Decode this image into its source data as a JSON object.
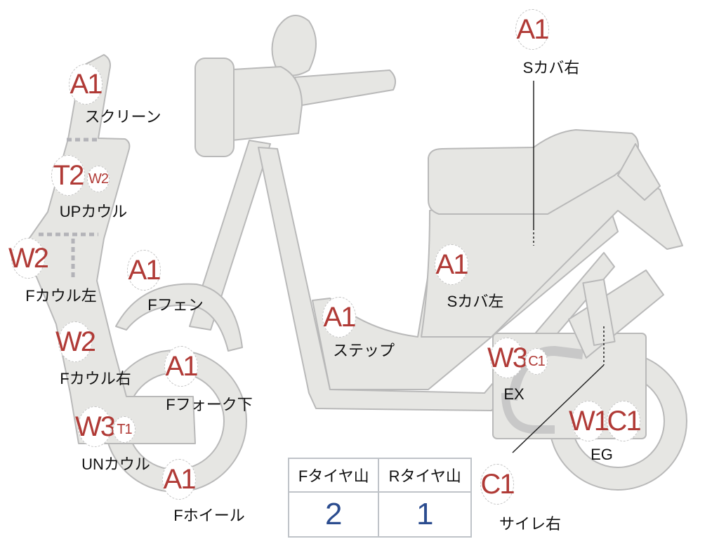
{
  "parts": [
    {
      "label": "スクリーン",
      "codes": [
        "A1"
      ]
    },
    {
      "label": "UPカウル",
      "codes": [
        "T2",
        "W2"
      ]
    },
    {
      "label": "Fカウル左",
      "codes": [
        "W2"
      ]
    },
    {
      "label": "Fフェン",
      "codes": [
        "A1"
      ]
    },
    {
      "label": "Fカウル右",
      "codes": [
        "W2"
      ]
    },
    {
      "label": "Fフォーク下",
      "codes": [
        "A1"
      ]
    },
    {
      "label": "UNカウル",
      "codes": [
        "W3",
        "T1"
      ]
    },
    {
      "label": "Fホイール",
      "codes": [
        "A1"
      ]
    },
    {
      "label": "ステップ",
      "codes": [
        "A1"
      ]
    },
    {
      "label": "Sカバ左",
      "codes": [
        "A1"
      ]
    },
    {
      "label": "Sカバ右",
      "codes": [
        "A1"
      ]
    },
    {
      "label": "EX",
      "codes": [
        "W3",
        "C1"
      ]
    },
    {
      "label": "EG",
      "codes": [
        "W1",
        "C1"
      ]
    },
    {
      "label": "サイレ右",
      "codes": [
        "C1"
      ]
    }
  ],
  "tire_table": {
    "headers": [
      "Fタイヤ山",
      "Rタイヤ山"
    ],
    "values": [
      "2",
      "1"
    ]
  },
  "colors": {
    "part_fill": "#e6e6e3",
    "part_stroke": "#b9b9b9",
    "code_text": "#b03a36",
    "value_text": "#2b4c8f"
  }
}
